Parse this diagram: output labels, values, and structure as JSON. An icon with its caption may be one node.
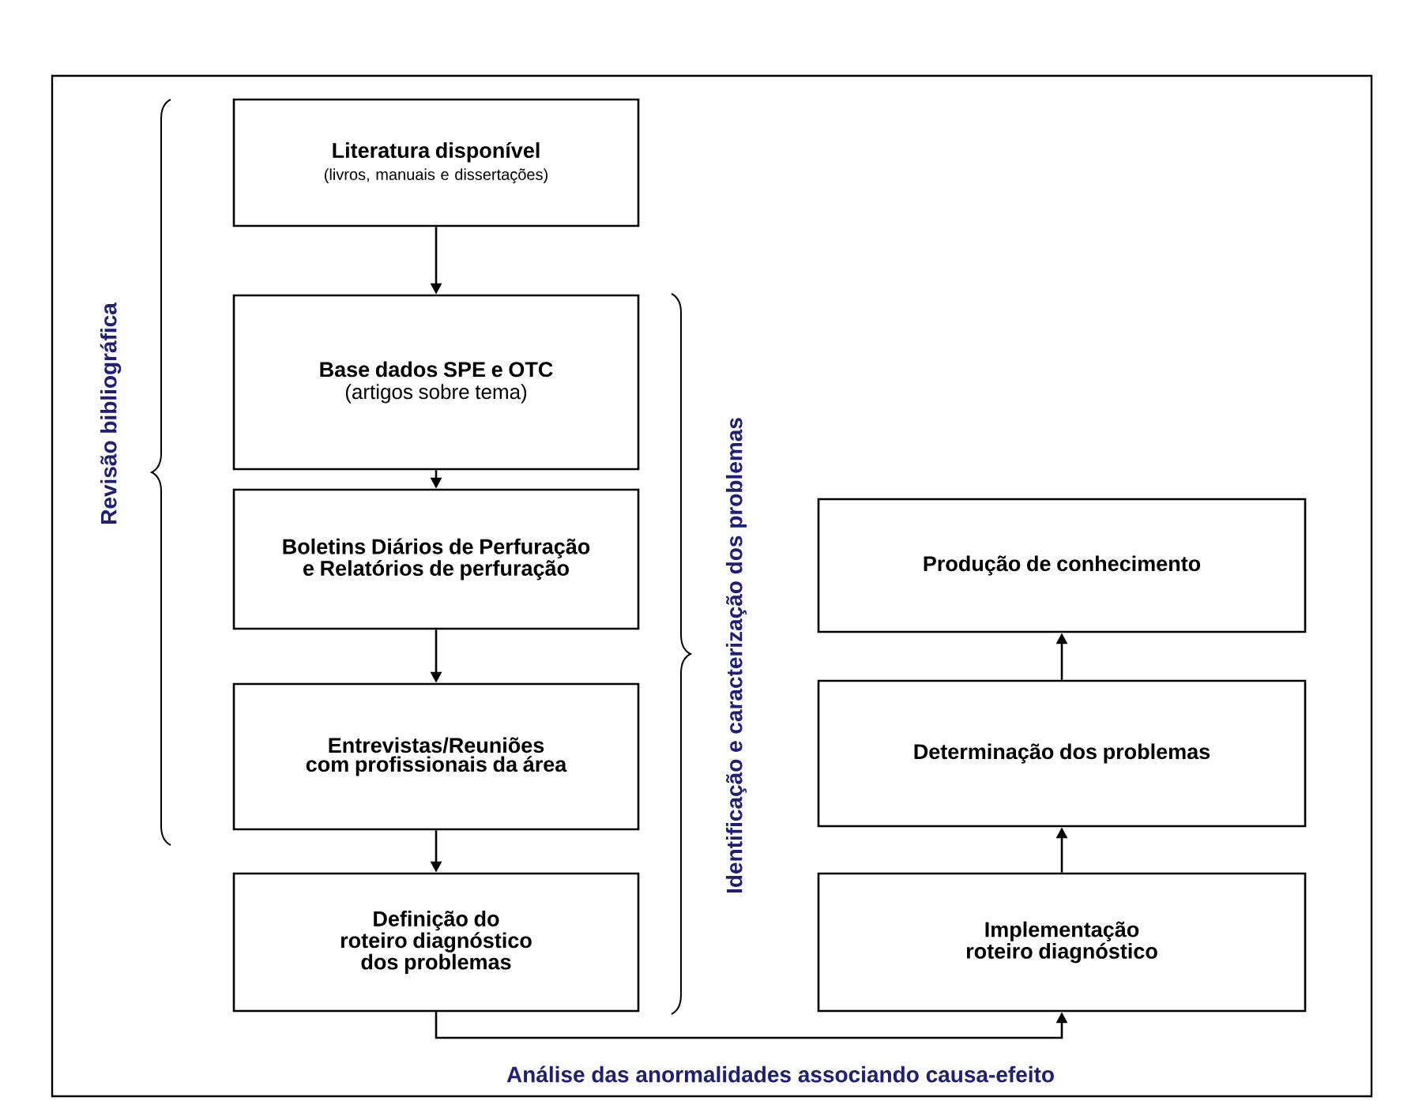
{
  "diagram": {
    "nodes": [
      {
        "text": [
          "Literatura disponível",
          "(livros, manuais e dissertações)"
        ]
      },
      {
        "text": [
          "Base dados SPE e OTC",
          "(artigos sobre tema)"
        ]
      },
      {
        "text": [
          "Boletins Diários de Perfuração e Relatórios de perfuração"
        ]
      },
      {
        "text": [
          "Entrevistas/Reuniões com profissionais da área"
        ]
      },
      {
        "text": [
          "Definição do roteiro diagnóstico dos problemas"
        ]
      },
      {
        "text": [
          "Produção de conhecimento"
        ]
      },
      {
        "text": [
          "Determinação dos problemas"
        ]
      },
      {
        "text": [
          "Implementação roteiro diagnóstico"
        ]
      }
    ],
    "edges": [
      {
        "from": 0,
        "to": 1,
        "arrow": "to"
      },
      {
        "from": 1,
        "to": 2,
        "arrow": "to"
      },
      {
        "from": 2,
        "to": 3,
        "arrow": "to"
      },
      {
        "from": 3,
        "to": 4,
        "arrow": "to"
      },
      {
        "from": 4,
        "to": 7,
        "arrow": "to",
        "label": "Análise das anormalidades associando causa-efeito"
      },
      {
        "from": 7,
        "to": 6,
        "arrow": "to"
      },
      {
        "from": 6,
        "to": 5,
        "arrow": "to"
      }
    ],
    "labels": [
      "Revisão bibliográfica",
      "Identificação e caracterização dos problemas"
    ]
  }
}
